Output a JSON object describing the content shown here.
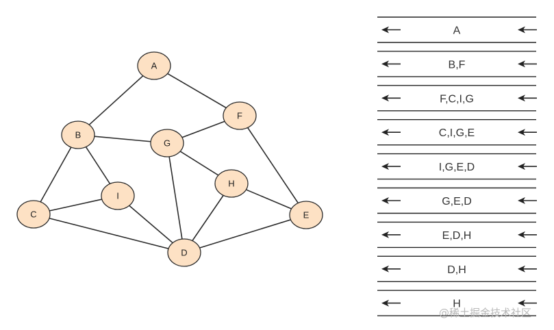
{
  "graph": {
    "node_fill": "#fde1c4",
    "node_stroke": "#2b2b2b",
    "edge_color": "#2b2b2b",
    "nodes": [
      {
        "id": "A",
        "label": "A"
      },
      {
        "id": "B",
        "label": "B"
      },
      {
        "id": "F",
        "label": "F"
      },
      {
        "id": "G",
        "label": "G"
      },
      {
        "id": "C",
        "label": "C"
      },
      {
        "id": "I",
        "label": "I"
      },
      {
        "id": "H",
        "label": "H"
      },
      {
        "id": "E",
        "label": "E"
      },
      {
        "id": "D",
        "label": "D"
      }
    ],
    "edges": [
      [
        "A",
        "B"
      ],
      [
        "A",
        "F"
      ],
      [
        "B",
        "G"
      ],
      [
        "B",
        "C"
      ],
      [
        "B",
        "I"
      ],
      [
        "F",
        "G"
      ],
      [
        "F",
        "E"
      ],
      [
        "G",
        "H"
      ],
      [
        "G",
        "D"
      ],
      [
        "C",
        "I"
      ],
      [
        "C",
        "D"
      ],
      [
        "I",
        "D"
      ],
      [
        "H",
        "D"
      ],
      [
        "H",
        "E"
      ],
      [
        "D",
        "E"
      ]
    ]
  },
  "queue": {
    "arrow": "left-arrow-icon",
    "rows": [
      "A",
      "B,F",
      "F,C,I,G",
      "C,I,G,E",
      "I,G,E,D",
      "G,E,D",
      "E,D,H",
      "D,H",
      "H"
    ]
  },
  "watermark": "@稀土掘金技术社区"
}
